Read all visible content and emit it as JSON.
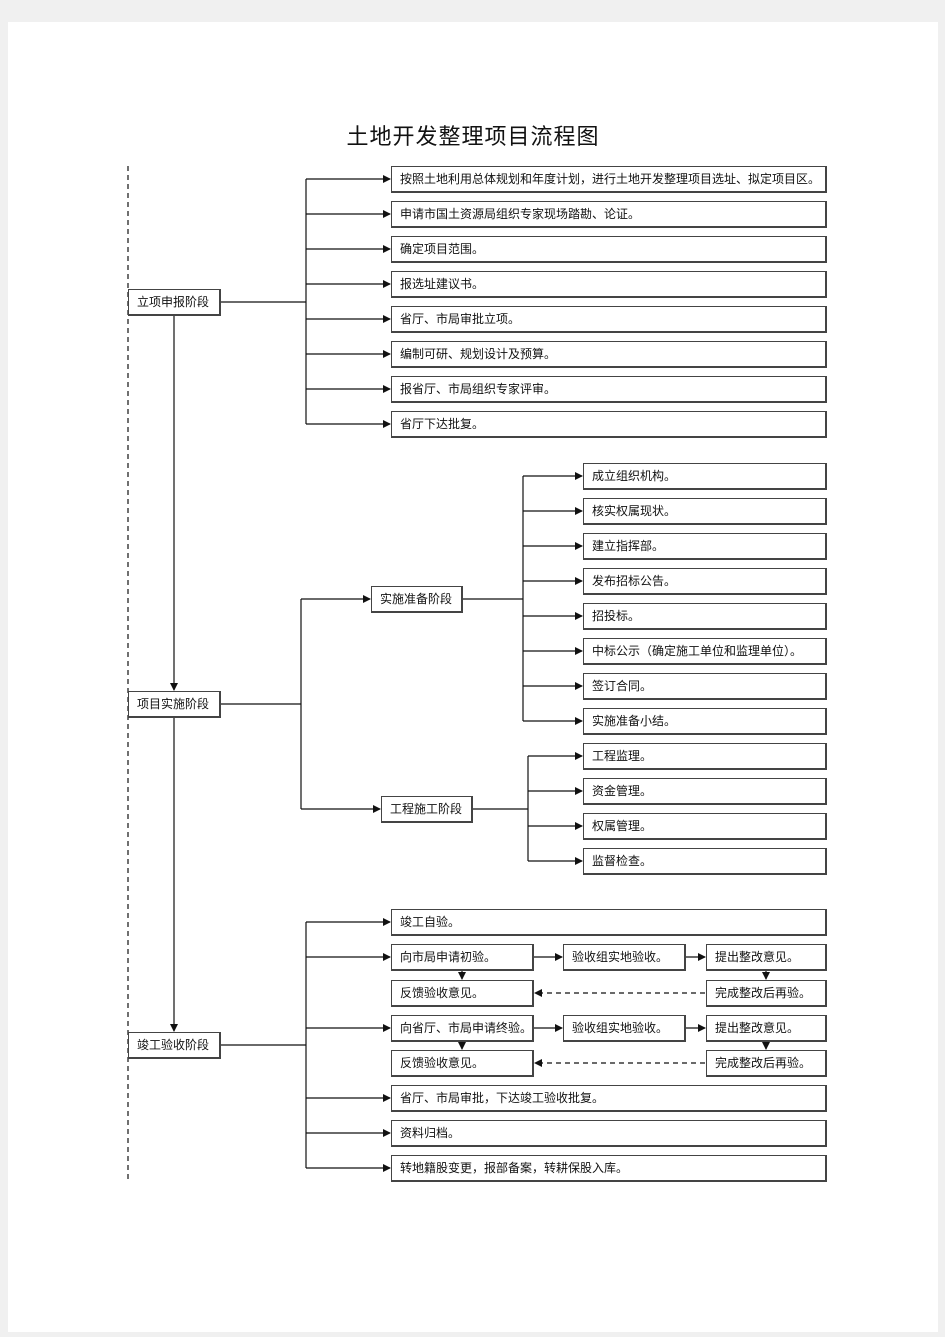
{
  "title": "土地开发整理项目流程图",
  "stages": {
    "approval": "立项申报阶段",
    "implementation": "项目实施阶段",
    "preparation": "实施准备阶段",
    "construction": "工程施工阶段",
    "acceptance": "竣工验收阶段"
  },
  "approval_steps": [
    "按照土地利用总体规划和年度计划，进行土地开发整理项目选址、拟定项目区。",
    "申请市国土资源局组织专家现场踏勘、论证。",
    "确定项目范围。",
    "报选址建议书。",
    "省厅、市局审批立项。",
    "编制可研、规划设计及预算。",
    "报省厅、市局组织专家评审。",
    "省厅下达批复。"
  ],
  "preparation_steps": [
    "成立组织机构。",
    "核实权属现状。",
    "建立指挥部。",
    "发布招标公告。",
    "招投标。",
    "中标公示（确定施工单位和监理单位）。",
    "签订合同。",
    "实施准备小结。"
  ],
  "construction_steps": [
    "工程监理。",
    "资金管理。",
    "权属管理。",
    "监督检查。"
  ],
  "acceptance": {
    "self_check": "竣工自验。",
    "round1": {
      "apply": "向市局申请初验。",
      "inspect": "验收组实地验收。",
      "suggest": "提出整改意见。",
      "redo": "完成整改后再验。",
      "feedback": "反馈验收意见。"
    },
    "round2": {
      "apply": "向省厅、市局申请终验。",
      "inspect": "验收组实地验收。",
      "suggest": "提出整改意见。",
      "redo": "完成整改后再验。",
      "feedback": "反馈验收意见。"
    },
    "approve": "省厅、市局审批，下达竣工验收批复。",
    "archive": "资料归档。",
    "transfer": "转地籍股变更，报部备案，转耕保股入库。"
  }
}
